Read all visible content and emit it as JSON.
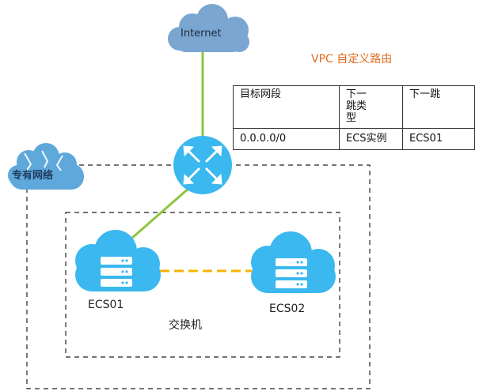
{
  "internet": {
    "label": "Internet"
  },
  "route_table": {
    "title": "VPC 自定义路由",
    "headers": [
      "目标网段",
      "下一跳类型",
      "下一跳"
    ],
    "rows": [
      [
        "0.0.0.0/0",
        "ECS实例",
        "ECS01"
      ]
    ]
  },
  "vpc": {
    "label": "专有网络"
  },
  "vswitch": {
    "label": "交换机"
  },
  "instances": [
    {
      "label": "ECS01"
    },
    {
      "label": "ECS02"
    }
  ],
  "colors": {
    "cloud_blue": "#7aa6d1",
    "node_blue": "#3ab8ef",
    "link_green": "#8dc63f",
    "link_dashed": "#f6b400",
    "title_orange": "#e06a1a"
  }
}
